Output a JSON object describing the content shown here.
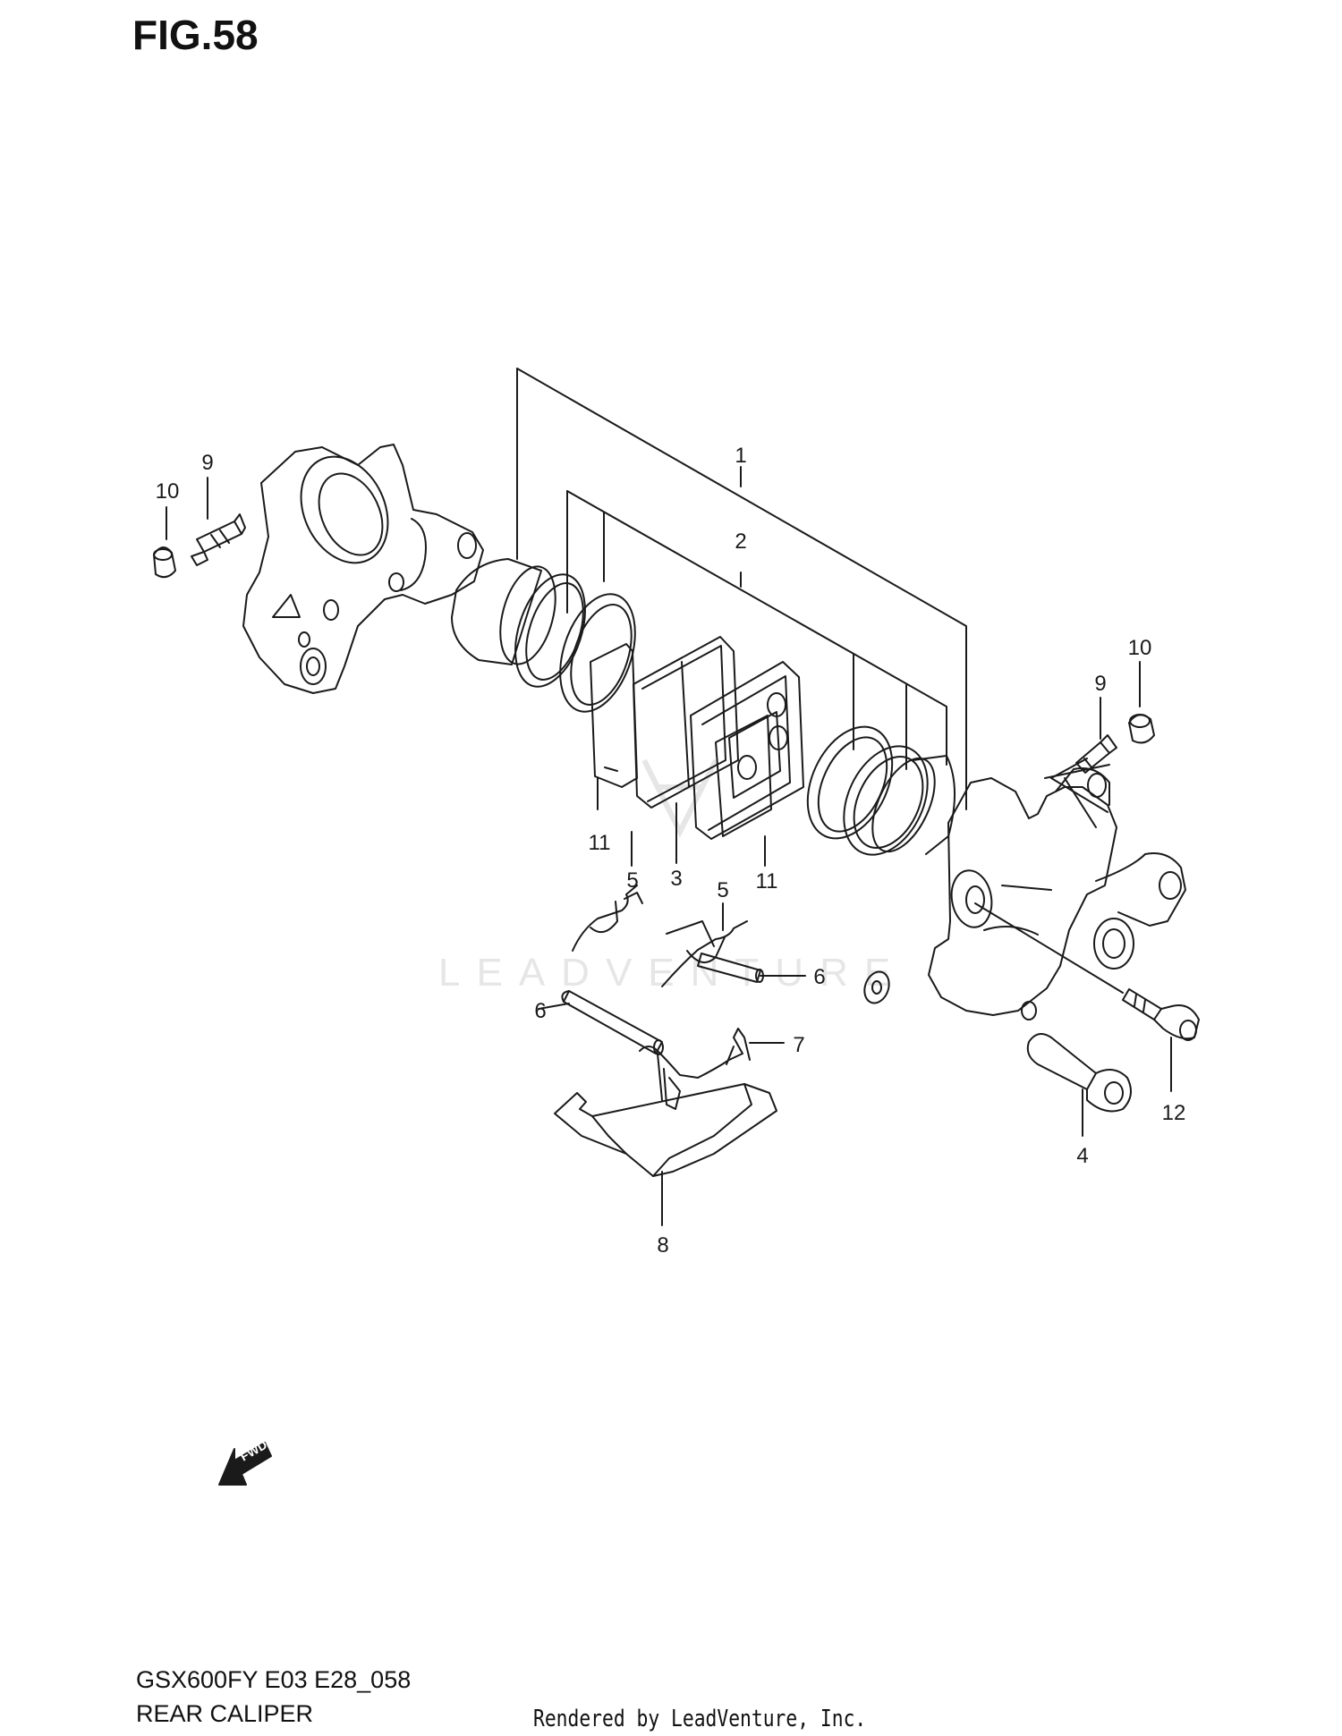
{
  "figure": {
    "title": "FIG.58"
  },
  "footer": {
    "model_code": "GSX600FY E03 E28_058",
    "section_name": "REAR CALIPER",
    "rendered_by": "Rendered by LeadVenture, Inc."
  },
  "watermark": {
    "text": "LEADVENTURE"
  },
  "fwd_label": "FWD",
  "callouts": [
    {
      "id": "c10a",
      "label": "10"
    },
    {
      "id": "c9a",
      "label": "9"
    },
    {
      "id": "c1",
      "label": "1"
    },
    {
      "id": "c2",
      "label": "2"
    },
    {
      "id": "c10b",
      "label": "10"
    },
    {
      "id": "c9b",
      "label": "9"
    },
    {
      "id": "c11a",
      "label": "11"
    },
    {
      "id": "c5a",
      "label": "5"
    },
    {
      "id": "c3",
      "label": "3"
    },
    {
      "id": "c5b",
      "label": "5"
    },
    {
      "id": "c11b",
      "label": "11"
    },
    {
      "id": "c6a",
      "label": "6"
    },
    {
      "id": "c6b",
      "label": "6"
    },
    {
      "id": "c7",
      "label": "7"
    },
    {
      "id": "c12",
      "label": "12"
    },
    {
      "id": "c4",
      "label": "4"
    },
    {
      "id": "c8",
      "label": "8"
    }
  ],
  "colors": {
    "line": "#1a1a1a",
    "watermark": "#e6e6e6"
  }
}
